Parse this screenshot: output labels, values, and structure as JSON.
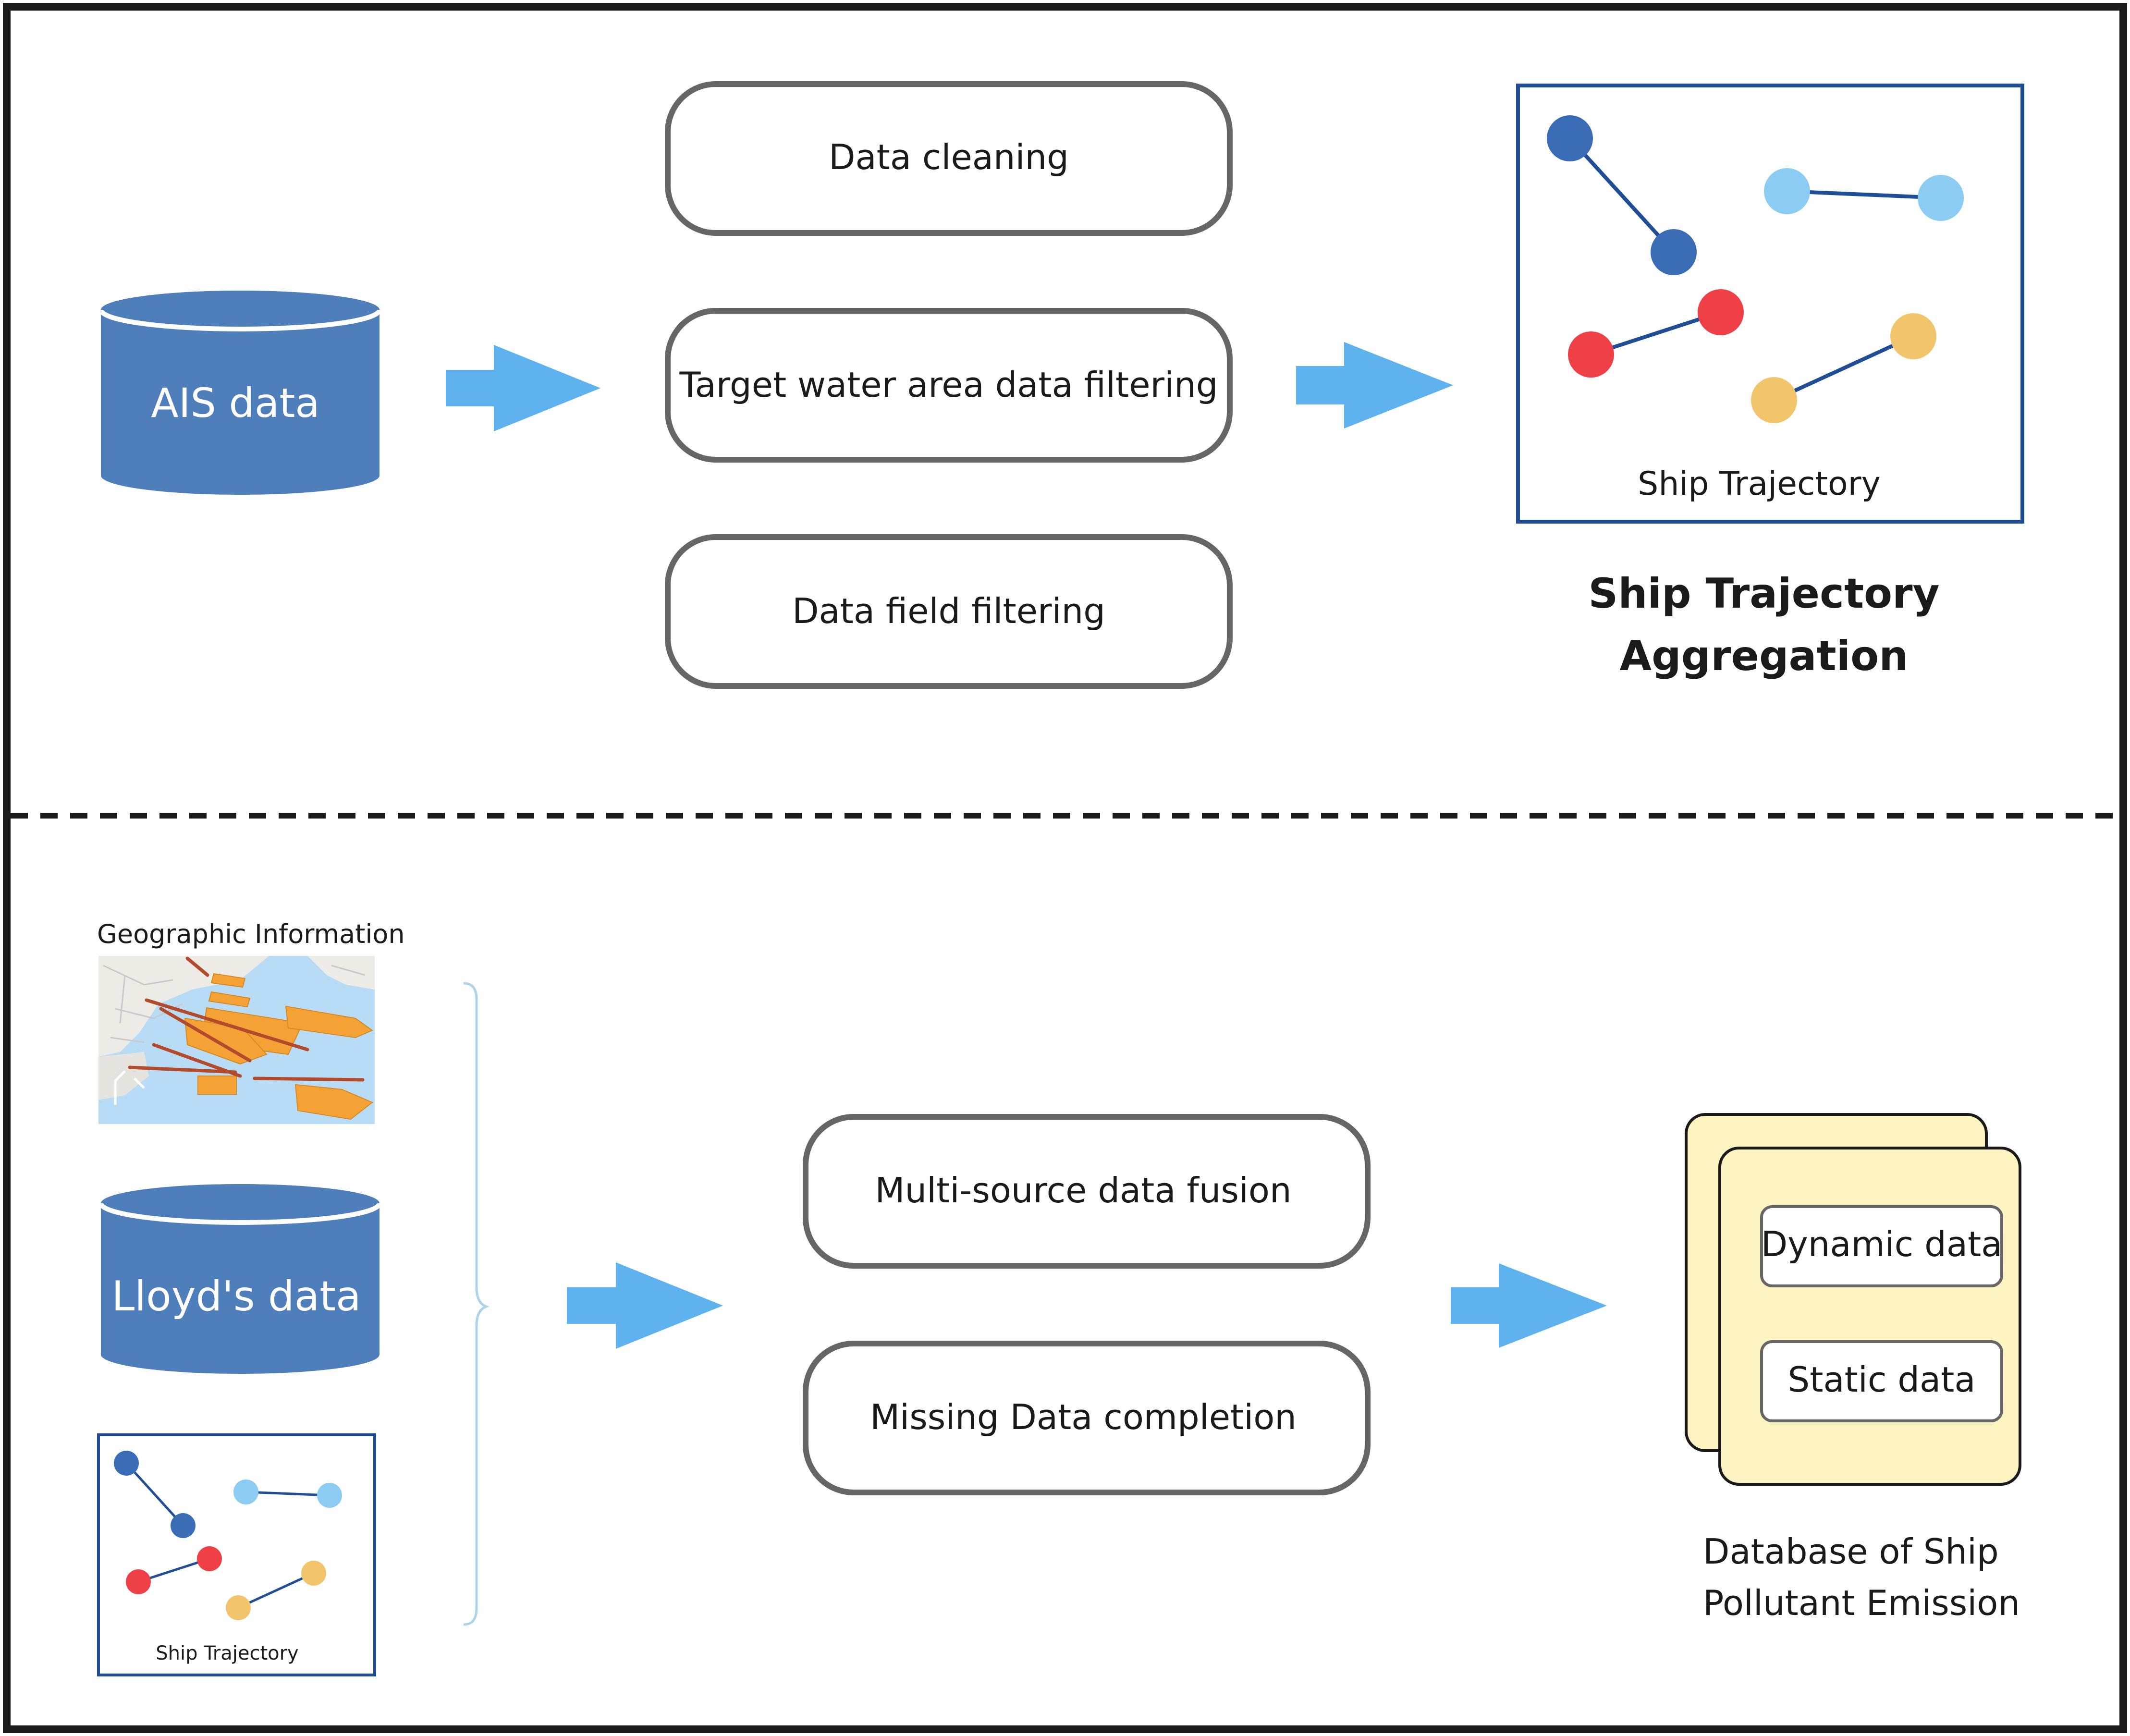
{
  "top_section": {
    "source": {
      "label": "AIS data",
      "icon": "database-cylinder-icon",
      "color": "#4f7fba"
    },
    "steps": [
      {
        "label": "Data cleaning"
      },
      {
        "label": "Target water area data filtering"
      },
      {
        "label": "Data field filtering"
      }
    ],
    "result": {
      "panel_label": "Ship Trajectory",
      "title_line1": "Ship Trajectory",
      "title_line2": "Aggregation"
    }
  },
  "bottom_section": {
    "inputs": {
      "geo_title": "Geographic Information",
      "database_label": "Lloyd's data",
      "trajectory_label": "Ship Trajectory"
    },
    "steps": [
      {
        "label": "Multi-source data fusion"
      },
      {
        "label": "Missing Data completion"
      }
    ],
    "output": {
      "dynamic_label": "Dynamic data",
      "static_label": "Static data",
      "caption_line1": "Database of Ship",
      "caption_line2": "Pollutant Emission"
    }
  },
  "colors": {
    "cylinder": "#4f7fba",
    "arrow": "#5eb3ee",
    "frame": "#1a1a1a",
    "box_border": "#666666",
    "trajectory_frame": "#1f4e96",
    "dot_dark_blue": "#3a6db5",
    "dot_light_blue": "#8ccbf2",
    "dot_red": "#ef3f47",
    "dot_yellow": "#f2c46c",
    "db_page_fill": "#fdf4c2",
    "map_water": "#b8dcf5",
    "map_zone": "#f4a236",
    "map_lane": "#b44a2c"
  }
}
